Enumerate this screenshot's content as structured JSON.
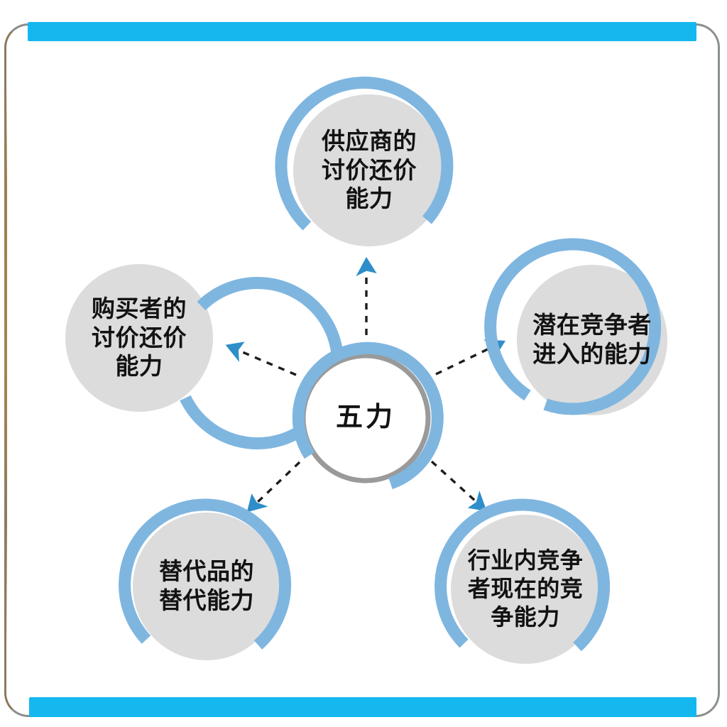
{
  "diagram": {
    "title_center": "五力",
    "frame": {
      "accent_bar_color": "#14b8ef",
      "border_color": "#8d8d8d",
      "border_accent_color": "#9b7f52"
    },
    "palette": {
      "ring_blue": "#7fb6e0",
      "arrow_blue": "#2e8ec9",
      "node_fill": "#dcdcdc",
      "center_fill": "#ffffff",
      "center_ring_gray": "#9a9a9a",
      "text": "#121212"
    },
    "center": {
      "label": "五力",
      "fill": "#ffffff"
    },
    "nodes": [
      {
        "id": "supplier",
        "label": "供应商的\n讨价还价\n能力",
        "position": "top"
      },
      {
        "id": "entrant",
        "label": "潜在竞争者\n进入的能力",
        "position": "right"
      },
      {
        "id": "rivalry",
        "label": "行业内竞争\n者现在的竞\n争能力",
        "position": "bottom-right"
      },
      {
        "id": "substitute",
        "label": "替代品的\n替代能力",
        "position": "bottom-left"
      },
      {
        "id": "buyer",
        "label": "购买者的\n讨价还价\n能力",
        "position": "left"
      }
    ],
    "connectors": [
      {
        "from": "center",
        "to": "supplier",
        "style": "dashed-arrow"
      },
      {
        "from": "center",
        "to": "entrant",
        "style": "dashed-arrow"
      },
      {
        "from": "center",
        "to": "rivalry",
        "style": "dashed-arrow"
      },
      {
        "from": "center",
        "to": "substitute",
        "style": "dashed-arrow"
      },
      {
        "from": "center",
        "to": "buyer",
        "style": "dashed-arrow"
      }
    ]
  }
}
